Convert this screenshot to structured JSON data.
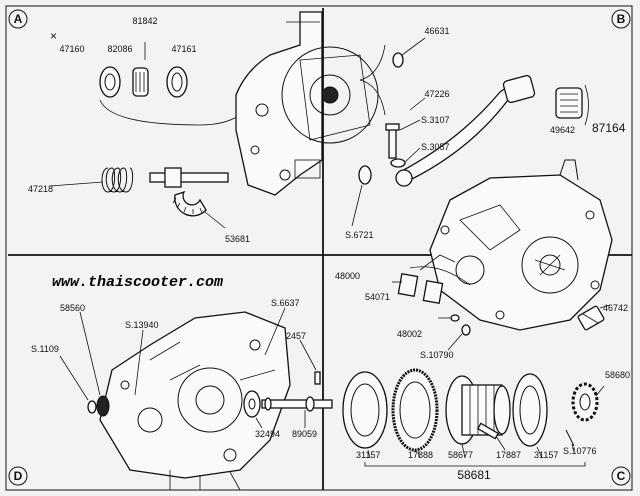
{
  "website": "www.thaiscooter.com",
  "sections": {
    "a": "A",
    "b": "B",
    "c": "C",
    "d": "D"
  },
  "parts": {
    "p81842": "81842",
    "p47160": "47160",
    "p82086": "82086",
    "p47161": "47161",
    "p46631": "46631",
    "p47226": "47226",
    "pS3107": "S.3107",
    "pS3057": "S.3057",
    "p49642": "49642",
    "p87164": "87164",
    "p47218": "47218",
    "p53681": "53681",
    "pS6721": "S.6721",
    "p48000": "48000",
    "p54071": "54071",
    "p48002": "48002",
    "pS10790": "S.10790",
    "p46742": "46742",
    "p58560": "58560",
    "pS13940": "S.13940",
    "pS6637": "S.6637",
    "pS1109": "S.1109",
    "p2457": "2457",
    "p32494": "32494",
    "p89059": "89059",
    "p58680": "58680",
    "p31157a": "31157",
    "p17888": "17888",
    "p58677": "58677",
    "p17887": "17887",
    "p31157b": "31157",
    "pS10776": "S.10776",
    "p58681": "58681"
  },
  "colors": {
    "paper": "#f3f3f1",
    "ink": "#111111"
  }
}
